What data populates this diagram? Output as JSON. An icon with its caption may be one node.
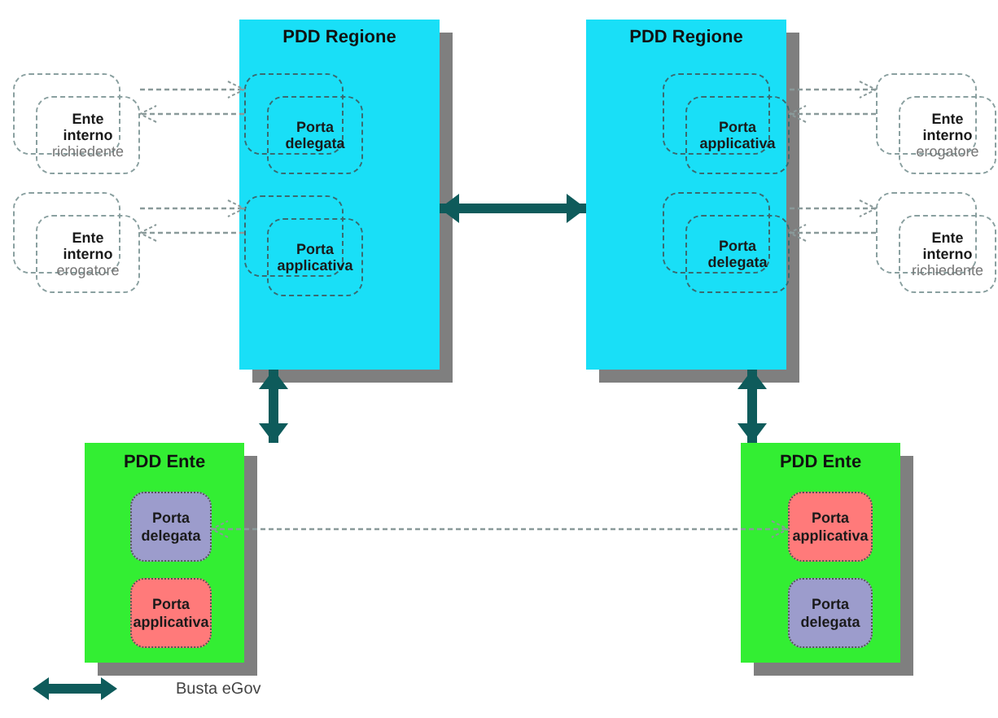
{
  "diagram": {
    "nodes": [
      {
        "text": [
          "PDD Regione"
        ]
      },
      {
        "text": [
          "Porta delegata"
        ],
        "in": 0
      },
      {
        "text": [
          "Porta applicativa"
        ],
        "in": 0
      },
      {
        "text": [
          "PDD Regione"
        ]
      },
      {
        "text": [
          "Porta applicativa"
        ],
        "in": 3
      },
      {
        "text": [
          "Porta delegata"
        ],
        "in": 3
      },
      {
        "text": [
          "Ente interno",
          "richiedente"
        ]
      },
      {
        "text": [
          "Ente interno",
          "erogatore"
        ]
      },
      {
        "text": [
          "Ente interno",
          "erogatore"
        ]
      },
      {
        "text": [
          "Ente interno",
          "richiedente"
        ]
      },
      {
        "text": [
          "PDD Ente"
        ]
      },
      {
        "text": [
          "Porta delegata"
        ],
        "in": 10
      },
      {
        "text": [
          "Porta applicativa"
        ],
        "in": 10
      },
      {
        "text": [
          "PDD Ente"
        ]
      },
      {
        "text": [
          "Porta applicativa"
        ],
        "in": 13
      },
      {
        "text": [
          "Porta delegata"
        ],
        "in": 13
      }
    ],
    "edges": [
      {
        "from": 0,
        "to": 3,
        "arrow": "both",
        "style": "thick",
        "color": "#0e5b5b"
      },
      {
        "from": 0,
        "to": 10,
        "arrow": "both",
        "style": "thick",
        "color": "#0e5b5b"
      },
      {
        "from": 3,
        "to": 13,
        "arrow": "both",
        "style": "thick",
        "color": "#0e5b5b"
      },
      {
        "from": 6,
        "to": 1,
        "arrow": "to",
        "style": "dashed"
      },
      {
        "from": 1,
        "to": 6,
        "arrow": "to",
        "style": "dashed"
      },
      {
        "from": 7,
        "to": 2,
        "arrow": "to",
        "style": "dashed"
      },
      {
        "from": 2,
        "to": 7,
        "arrow": "to",
        "style": "dashed"
      },
      {
        "from": 4,
        "to": 8,
        "arrow": "to",
        "style": "dashed"
      },
      {
        "from": 8,
        "to": 4,
        "arrow": "to",
        "style": "dashed"
      },
      {
        "from": 5,
        "to": 9,
        "arrow": "to",
        "style": "dashed"
      },
      {
        "from": 9,
        "to": 5,
        "arrow": "to",
        "style": "dashed"
      },
      {
        "from": 11,
        "to": 14,
        "arrow": "both",
        "style": "dashed"
      }
    ],
    "legend": [
      {
        "text": "Busta eGov"
      }
    ]
  }
}
